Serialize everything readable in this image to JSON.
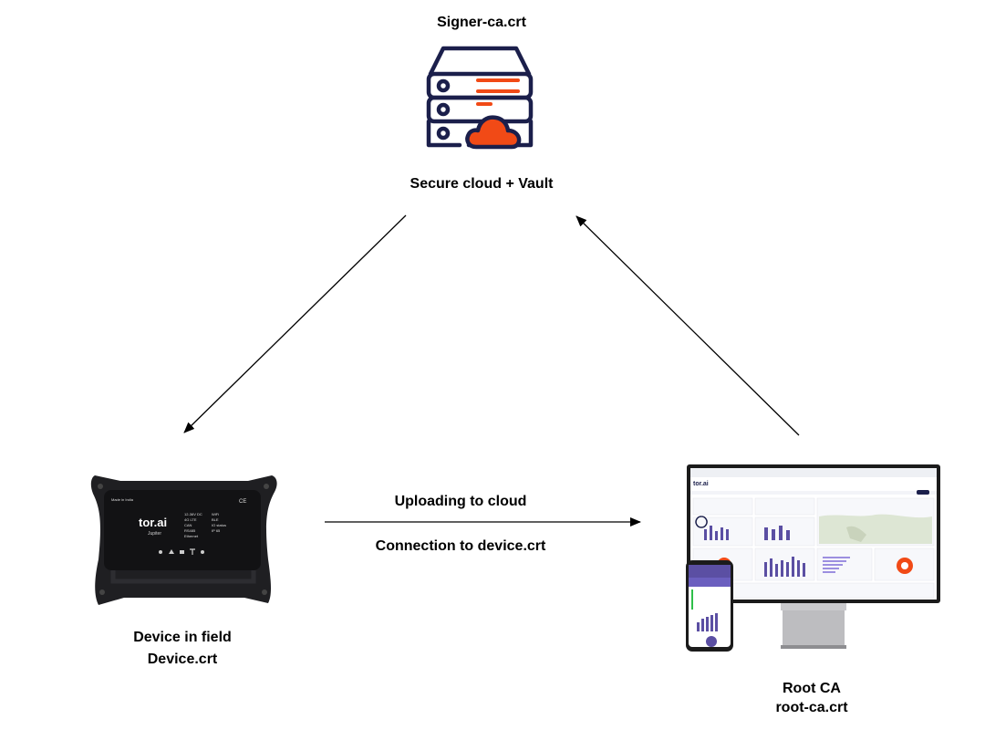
{
  "signer": {
    "title": "Signer-ca.crt",
    "caption": "Secure cloud + Vault"
  },
  "device": {
    "caption_line1": "Device in field",
    "caption_line2": "Device.crt",
    "brand": "tor.ai",
    "model": "Jupiter",
    "made_in": "Made in India",
    "specs_col1": [
      "12-36V DC",
      "4G LTE",
      "CAN",
      "RS485",
      "Ethernet"
    ],
    "specs_col2": [
      "WiFi",
      "BLE",
      "IO status",
      "IP 65"
    ]
  },
  "root": {
    "caption_line1": "Root CA",
    "caption_line2": "root-ca.crt",
    "dashboard_brand": "tor.ai"
  },
  "links": {
    "upload_label": "Uploading to cloud",
    "connection_label": "Connection to device.crt"
  },
  "colors": {
    "navy": "#1b1f4b",
    "accent": "#f14a16",
    "arrow": "#000000"
  }
}
